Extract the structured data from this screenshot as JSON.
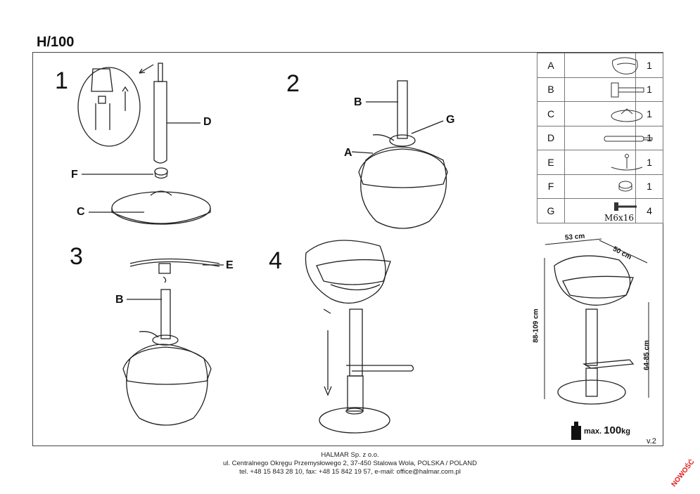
{
  "header": {
    "model": "H/100"
  },
  "steps": [
    {
      "number": "1"
    },
    {
      "number": "2"
    },
    {
      "number": "3"
    },
    {
      "number": "4"
    }
  ],
  "callouts": {
    "step1": {
      "d": "D",
      "f": "F",
      "c": "C"
    },
    "step2": {
      "b": "B",
      "g": "G",
      "a": "A"
    },
    "step3": {
      "e": "E",
      "b": "B"
    }
  },
  "parts": [
    {
      "letter": "A",
      "qty": "1",
      "icon": "seat-shell-icon"
    },
    {
      "letter": "B",
      "qty": "1",
      "icon": "seat-mount-icon"
    },
    {
      "letter": "C",
      "qty": "1",
      "icon": "round-base-icon"
    },
    {
      "letter": "D",
      "qty": "1",
      "icon": "gas-lift-icon"
    },
    {
      "letter": "E",
      "qty": "1",
      "icon": "footrest-ring-icon"
    },
    {
      "letter": "F",
      "qty": "1",
      "icon": "cap-icon"
    },
    {
      "letter": "G",
      "qty": "4",
      "icon": "bolt-icon",
      "spec": "M6x16"
    }
  ],
  "dimensions": {
    "width": "53 cm",
    "depth": "50 cm",
    "height": "88-109 cm",
    "seat_height": "64-85 cm"
  },
  "max_load": {
    "prefix": "max.",
    "value": "100",
    "unit": "kg"
  },
  "version": "v.2",
  "footer": {
    "company": "HALMAR Sp. z o.o.",
    "address": "ul. Centralnego Okręgu Przemysłowego 2, 37-450 Stalowa Wola, POLSKA / POLAND",
    "contact": "tel. +48 15 843 28 10, fax: +48 15 842 19 57, e-mail: office@halmar.com.pl"
  },
  "badge": "NOWOŚĆ"
}
